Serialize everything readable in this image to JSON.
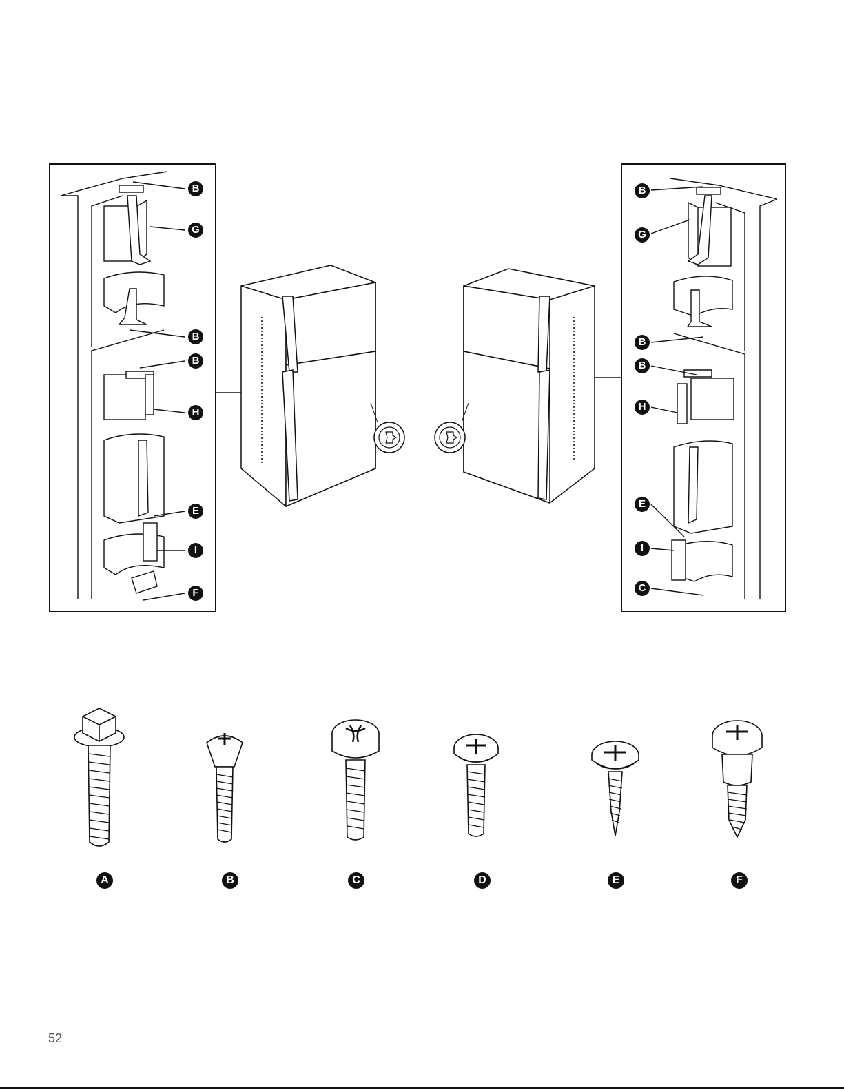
{
  "left_panel": {
    "callouts": [
      {
        "id": "b-top",
        "label": "B"
      },
      {
        "id": "g",
        "label": "G"
      },
      {
        "id": "b-mid",
        "label": "B"
      },
      {
        "id": "b-lower",
        "label": "B"
      },
      {
        "id": "h",
        "label": "H"
      },
      {
        "id": "e",
        "label": "E"
      },
      {
        "id": "i",
        "label": "I"
      },
      {
        "id": "f",
        "label": "F"
      }
    ]
  },
  "right_panel": {
    "callouts": [
      {
        "id": "b-top",
        "label": "B"
      },
      {
        "id": "g",
        "label": "G"
      },
      {
        "id": "b-mid",
        "label": "B"
      },
      {
        "id": "b-lower",
        "label": "B"
      },
      {
        "id": "h",
        "label": "H"
      },
      {
        "id": "e",
        "label": "E"
      },
      {
        "id": "i",
        "label": "I"
      },
      {
        "id": "c",
        "label": "C"
      }
    ]
  },
  "screws": [
    {
      "id": "a",
      "label": "A",
      "kind": "hex-bolt-icon"
    },
    {
      "id": "b",
      "label": "B",
      "kind": "oval-head-screw-icon"
    },
    {
      "id": "c",
      "label": "C",
      "kind": "pan-head-screw-icon"
    },
    {
      "id": "d",
      "label": "D",
      "kind": "truss-head-screw-icon"
    },
    {
      "id": "e",
      "label": "E",
      "kind": "pointed-screw-icon"
    },
    {
      "id": "f",
      "label": "F",
      "kind": "shoulder-screw-icon"
    }
  ],
  "page_number": "52"
}
